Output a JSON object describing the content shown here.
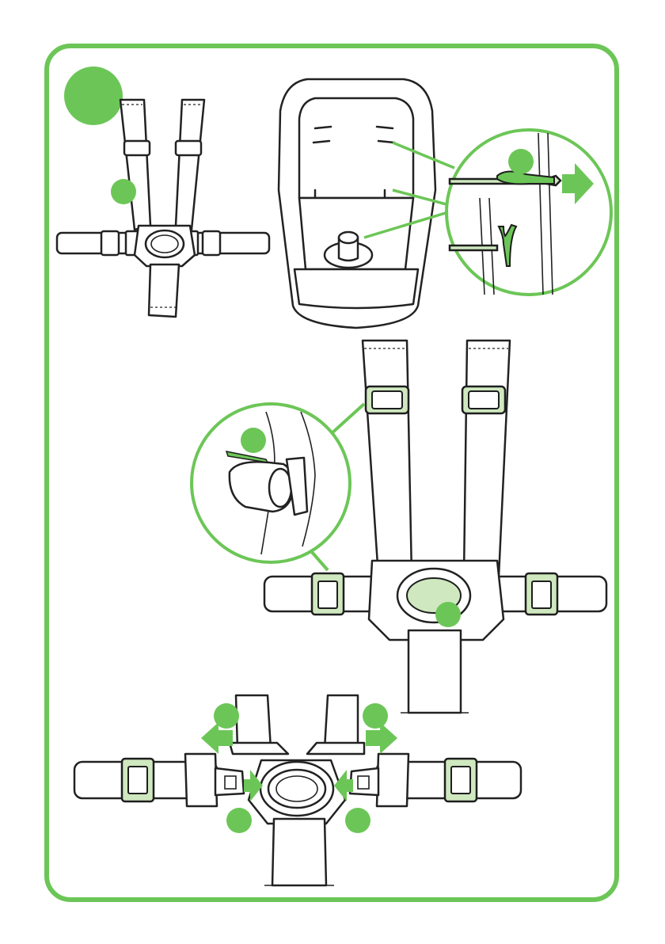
{
  "page": {
    "background": "#ffffff"
  },
  "colors": {
    "accent": "#6cc657",
    "accent_light": "#cfe8bf",
    "stroke": "#222222"
  },
  "figures": [
    {
      "name": "harness-overview",
      "marker": "green-dot"
    },
    {
      "name": "seat-pad-with-detail",
      "marker": "green-dot"
    },
    {
      "name": "harness-buckle-detail",
      "marker": "green-dot"
    },
    {
      "name": "buckle-release",
      "markers": 4,
      "arrows": 4
    }
  ],
  "icons": [
    "arrow-right-icon",
    "arrow-left-icon",
    "step-marker-icon"
  ]
}
